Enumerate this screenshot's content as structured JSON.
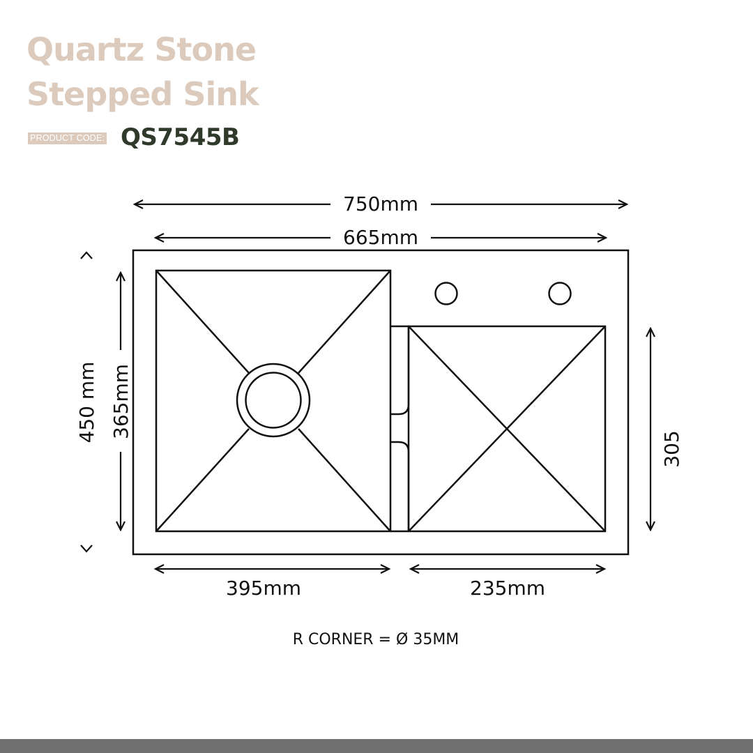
{
  "header": {
    "title_line1": "Quartz Stone",
    "title_line2": "Stepped Sink",
    "product_code_label": "PRODUCT CODE:",
    "product_code": "QS7545B"
  },
  "dimensions": {
    "overall_width": "750mm",
    "inner_width": "665mm",
    "overall_height": "450 mm",
    "large_bowl_height": "365mm",
    "small_bowl_height": "305",
    "large_bowl_width": "395mm",
    "small_bowl_width": "235mm"
  },
  "note": "R CORNER =  Ø 35MM",
  "colors": {
    "title": "#dccbbd",
    "code": "#2f3a2b",
    "line": "#111111",
    "bottom_bar": "#707070"
  }
}
